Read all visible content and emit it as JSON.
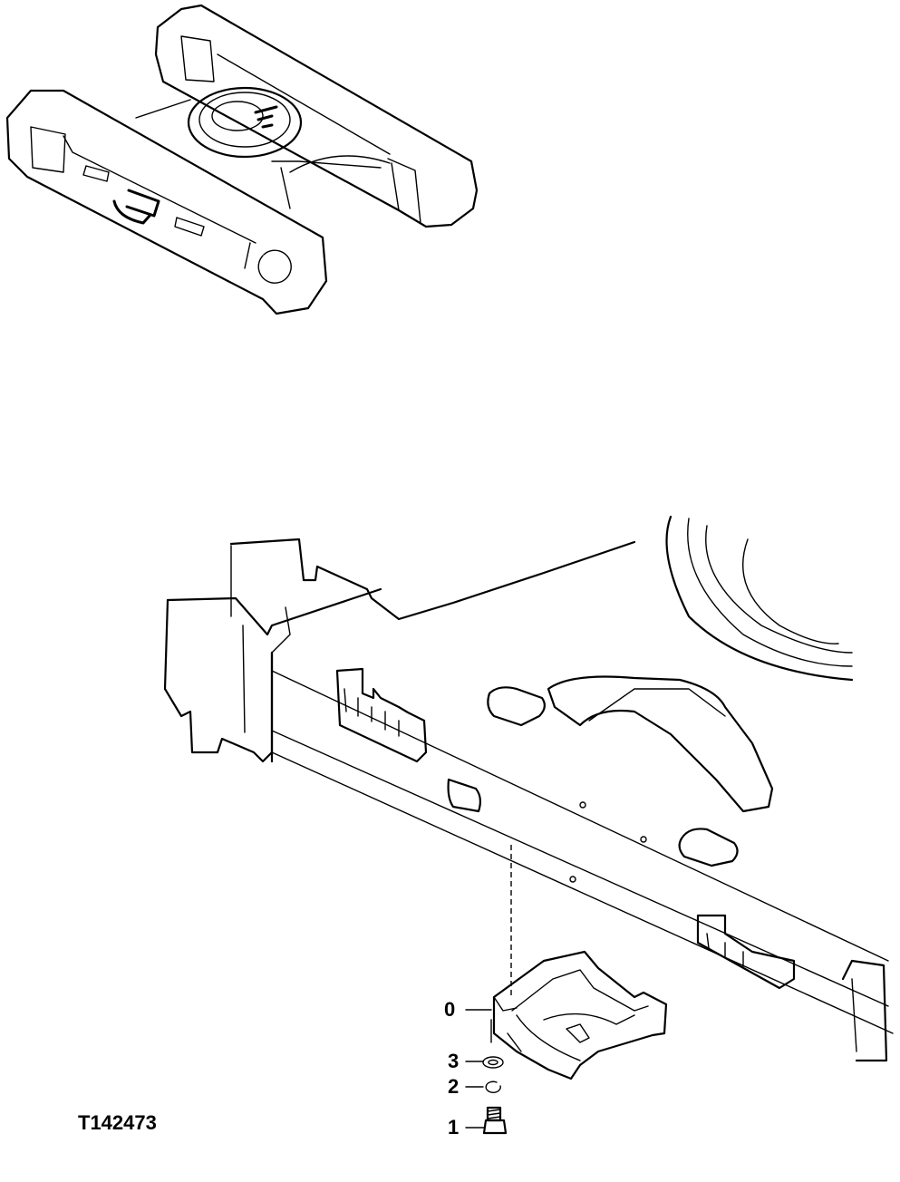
{
  "callouts": [
    {
      "id": "0",
      "label": "0"
    },
    {
      "id": "3",
      "label": "3"
    },
    {
      "id": "2",
      "label": "2"
    },
    {
      "id": "1",
      "label": "1"
    }
  ],
  "figure_id": "T142473"
}
